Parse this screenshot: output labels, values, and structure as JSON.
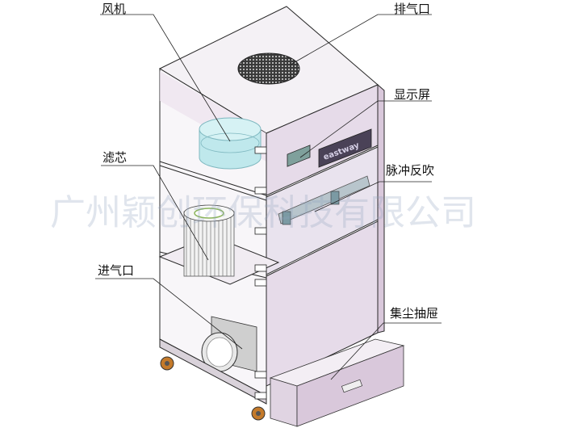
{
  "labels": {
    "fan": "风机",
    "exhaust": "排气口",
    "display": "显示屏",
    "filter": "滤芯",
    "pulse": "脉冲反吹",
    "inlet": "进气口",
    "drawer": "集尘抽屉"
  },
  "watermark": "广州颖创环保科技有限公司",
  "brand_logo": "eastway",
  "colors": {
    "cabinet": "#e6dbe9",
    "panel": "#d9c8db",
    "frame": "#f4f0f4",
    "fan": "#bfe8ec",
    "watermark": "#8fa3bd"
  }
}
